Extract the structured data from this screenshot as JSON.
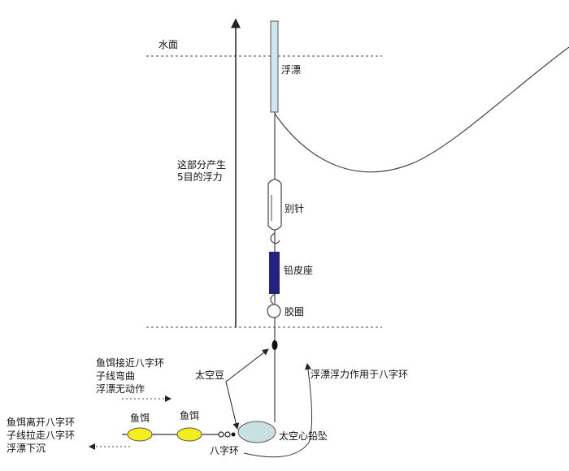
{
  "labels": {
    "water_surface": "水面",
    "float": "浮漂",
    "buoyancy_line1": "这部分产生",
    "buoyancy_line2": "5目的浮力",
    "pin": "别针",
    "lead_holder": "铅皮座",
    "rubber_ring": "胶圈",
    "space_bean": "太空豆",
    "bait_near_1": "鱼饵接近八字环",
    "bait_near_2": "子线弯曲",
    "bait_near_3": "浮漂无动作",
    "float_buoyancy_on_swivel": "浮漂浮力作用于八字环",
    "bait_a": "鱼饵",
    "bait_b": "鱼饵",
    "bait_away_1": "鱼饵离开八字环",
    "bait_away_2": "子线拉走八字环",
    "bait_away_3": "浮漂下沉",
    "swivel": "八字环",
    "hollow_lead": "太空心铅坠"
  },
  "colors": {
    "float_fill": "#cfe6ee",
    "lead_holder": "#26227f",
    "bait": "#f5ee1f",
    "hollow_lead": "#c8dfe3",
    "line": "#333333"
  }
}
